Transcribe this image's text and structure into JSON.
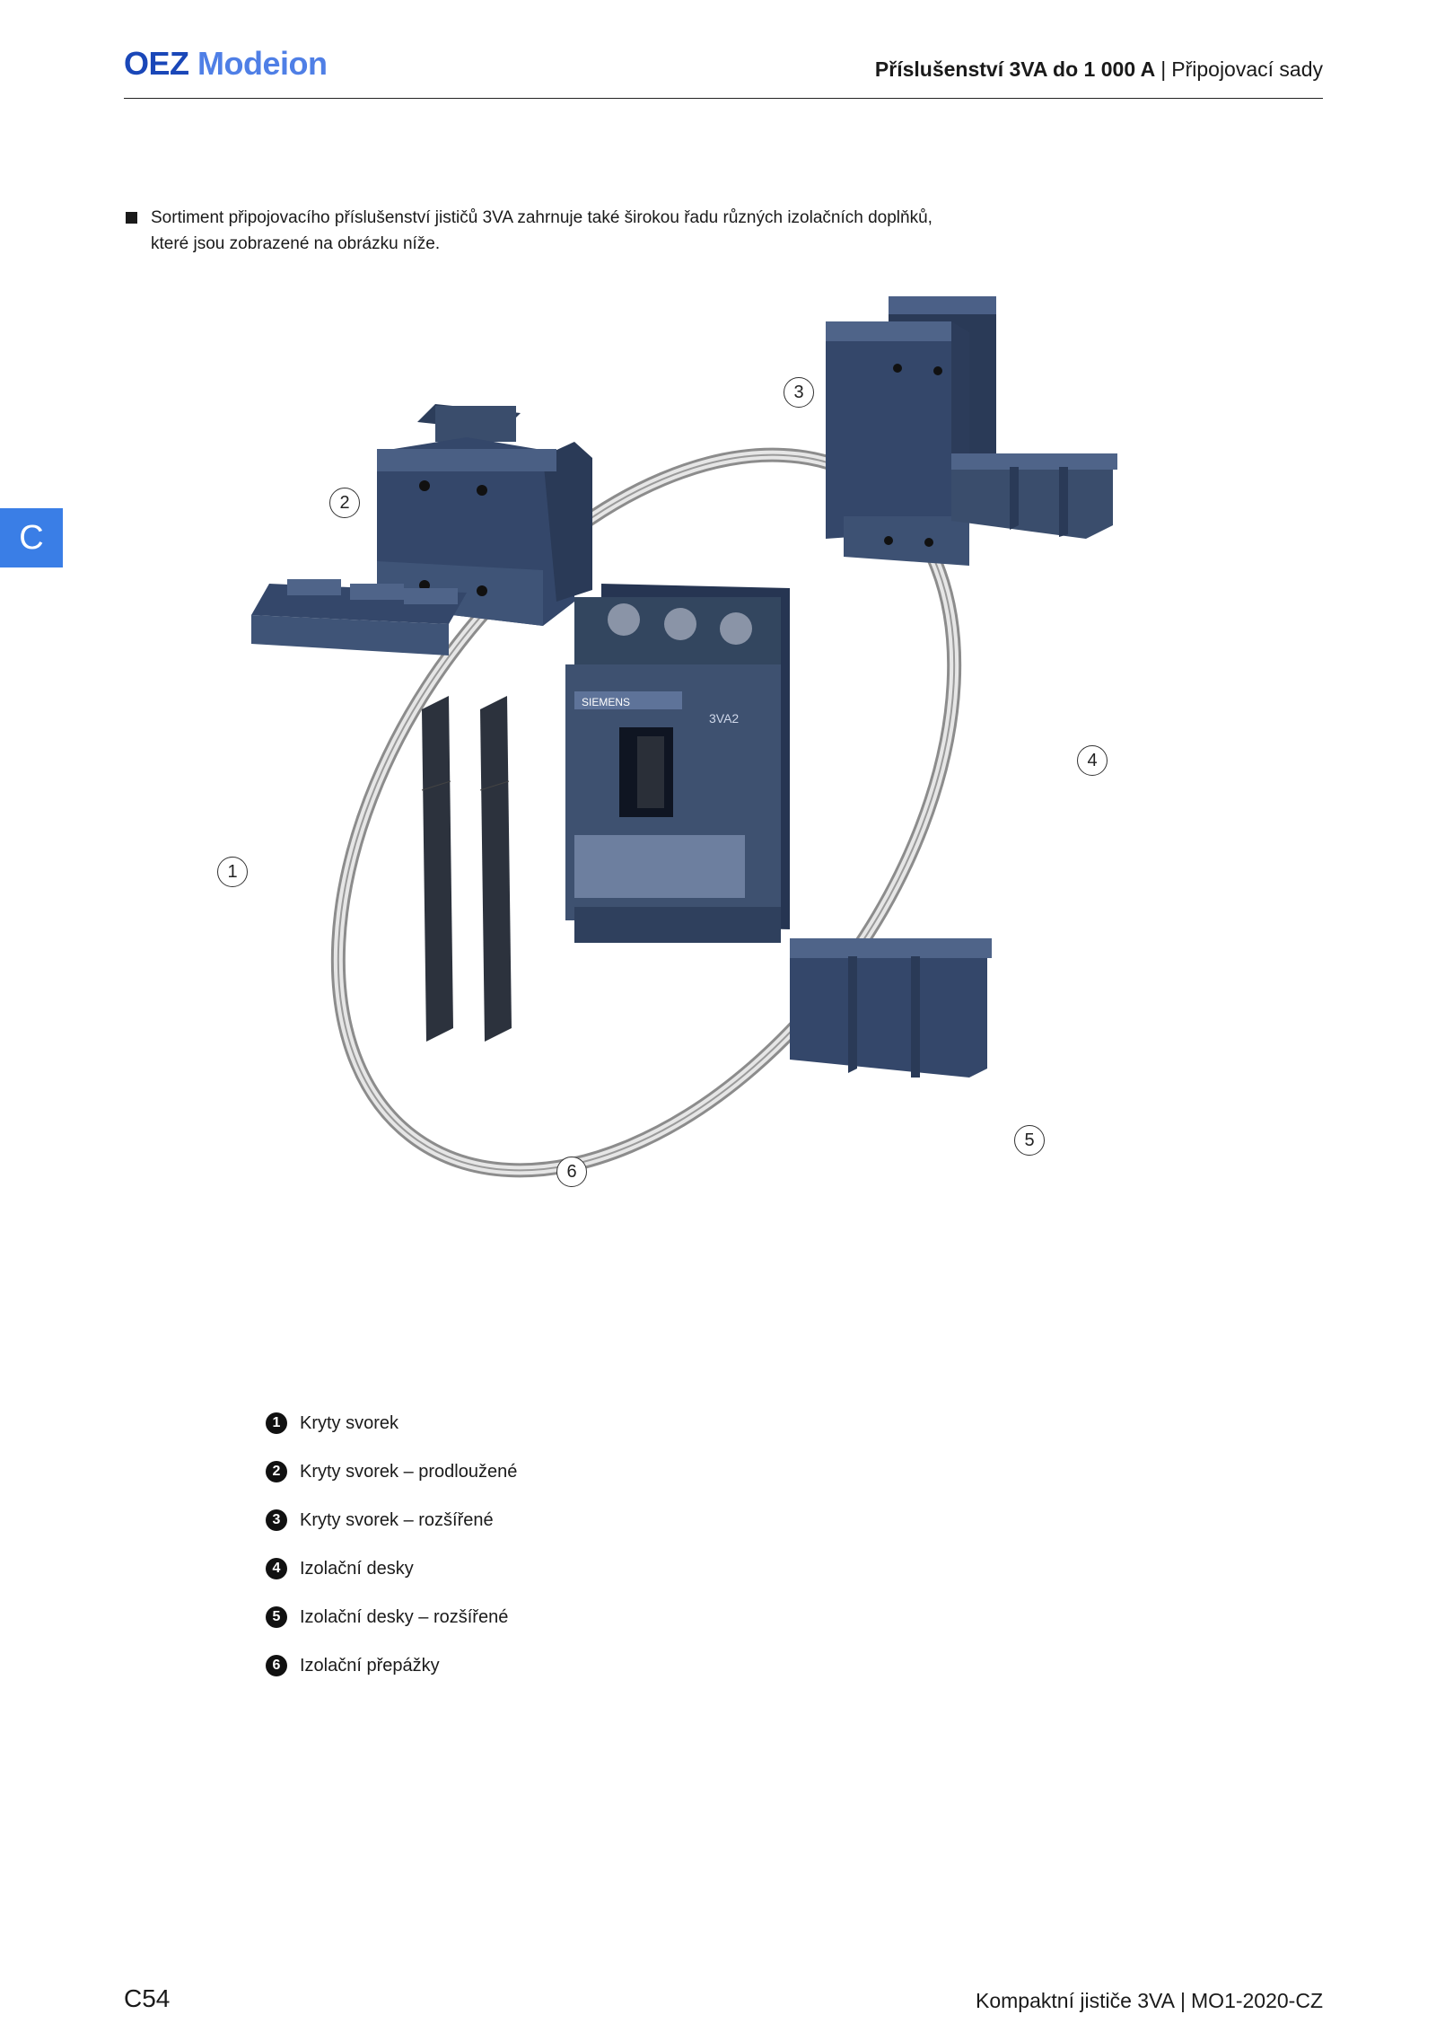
{
  "header": {
    "logo_part1": "OEZ",
    "logo_part2": "Modeion",
    "title_bold": "Příslušenství 3VA do 1 000 A",
    "separator": "|",
    "title_regular": "Připojovací sady"
  },
  "side_tab": {
    "label": "C"
  },
  "intro": {
    "text": "Sortiment připojovacího příslušenství jističů 3VA zahrnuje také širokou řadu různých izolačních doplňků, které jsou zobrazené na obrázku níže."
  },
  "figure": {
    "callouts": [
      "1",
      "2",
      "3",
      "4",
      "5",
      "6"
    ],
    "breaker_brand": "SIEMENS",
    "breaker_model": "3VA2"
  },
  "legend": [
    {
      "num": "1",
      "label": "Kryty svorek"
    },
    {
      "num": "2",
      "label": "Kryty svorek – prodloužené"
    },
    {
      "num": "3",
      "label": "Kryty svorek – rozšířené"
    },
    {
      "num": "4",
      "label": "Izolační desky"
    },
    {
      "num": "5",
      "label": "Izolační desky – rozšířené"
    },
    {
      "num": "6",
      "label": "Izolační přepážky"
    }
  ],
  "footer": {
    "page_number": "C54",
    "title": "Kompaktní jističe 3VA",
    "separator": "|",
    "code": "MO1-2020-CZ"
  },
  "colors": {
    "brand_dark": "#1a47b8",
    "brand_light": "#4f7fe6",
    "side_tab": "#3a7ee6",
    "product_blue": "#3e5170"
  }
}
